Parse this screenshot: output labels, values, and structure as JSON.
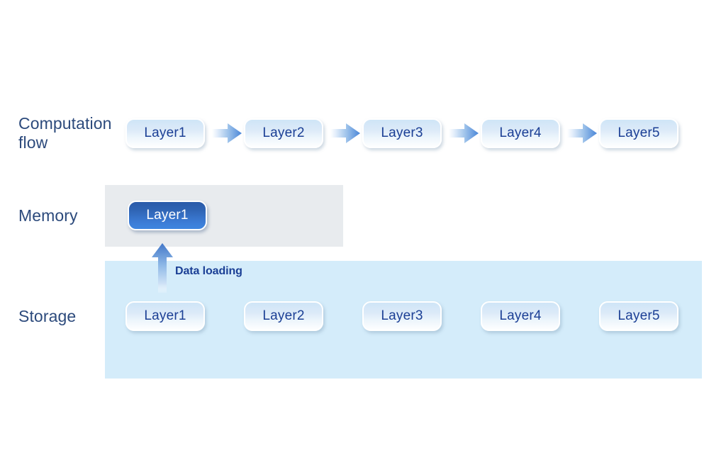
{
  "diagram": {
    "title_hidden": "",
    "rows": [
      {
        "id": "computation",
        "label": "Computation\nflow"
      },
      {
        "id": "memory",
        "label": "Memory"
      },
      {
        "id": "storage",
        "label": "Storage"
      }
    ],
    "computation_flow": {
      "chips": [
        {
          "label": "Layer1"
        },
        {
          "label": "Layer2"
        },
        {
          "label": "Layer3"
        },
        {
          "label": "Layer4"
        },
        {
          "label": "Layer5"
        }
      ],
      "arrows": [
        {
          "icon": "arrow-right-icon"
        },
        {
          "icon": "arrow-right-icon"
        },
        {
          "icon": "arrow-right-icon"
        },
        {
          "icon": "arrow-right-icon"
        }
      ]
    },
    "memory": {
      "band_color": "#e8ebee",
      "chips": [
        {
          "label": "Layer1",
          "state": "loaded"
        }
      ]
    },
    "storage": {
      "band_color": "#d4ecfa",
      "chips": [
        {
          "label": "Layer1"
        },
        {
          "label": "Layer2"
        },
        {
          "label": "Layer3"
        },
        {
          "label": "Layer4"
        },
        {
          "label": "Layer5"
        }
      ]
    },
    "data_loading": {
      "label": "Data loading",
      "icon": "arrow-up-icon"
    },
    "colors": {
      "label_text": "#2c4a7c",
      "chip_text": "#1b3f95",
      "chip_active_text": "#ffffff",
      "accent_blue": "#4a86d8",
      "storage_band": "#d4ecfa",
      "memory_band": "#e8ebee"
    }
  }
}
